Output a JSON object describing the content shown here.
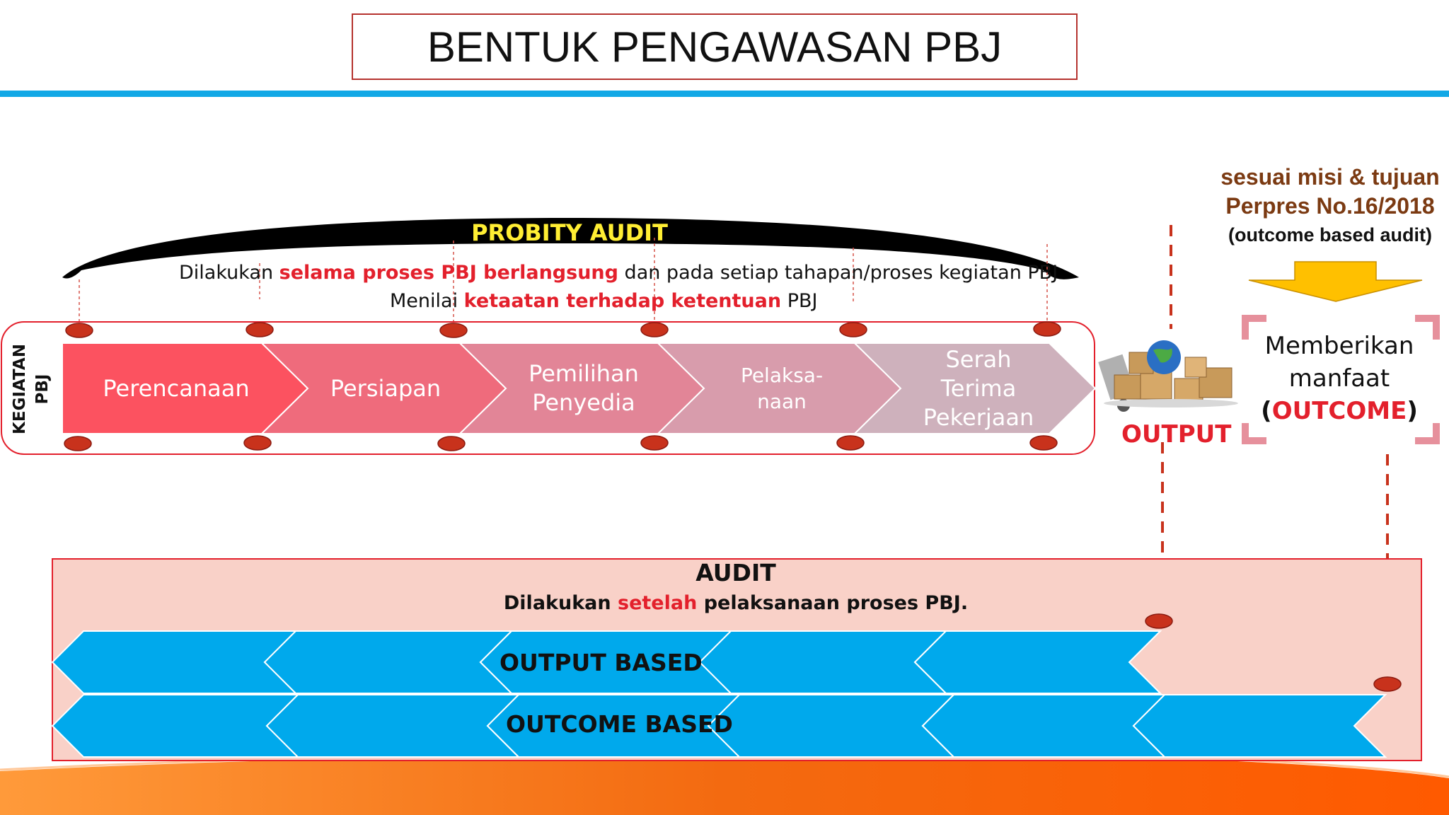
{
  "title": "BENTUK PENGAWASAN PBJ",
  "probity": {
    "title": "PROBITY AUDIT",
    "line1": {
      "a": "Dilakukan ",
      "b": "selama proses PBJ berlangsung",
      "c": " dan pada setiap tahapan/proses kegiatan PBJ"
    },
    "line2": {
      "a": "Menilai ",
      "b": "ketaatan terhadap ketentuan",
      "c": " PBJ"
    }
  },
  "kegiatan": {
    "line1": "KEGIATAN",
    "line2": "PBJ"
  },
  "stages": [
    {
      "lines": [
        "Perencanaan"
      ],
      "color": "#fc5260"
    },
    {
      "lines": [
        "Persiapan"
      ],
      "color": "#ef6b7c"
    },
    {
      "lines": [
        "Pemilihan",
        "Penyedia"
      ],
      "color": "#e28597"
    },
    {
      "lines": [
        "Pelaksa-",
        "naan"
      ],
      "color": "#d89cac"
    },
    {
      "lines": [
        "Serah",
        "Terima",
        "Pekerjaan"
      ],
      "color": "#ceb1bc"
    }
  ],
  "output_label": "OUTPUT",
  "outcome_side": {
    "line1": "sesuai misi & tujuan",
    "line2": "Perpres No.16/2018",
    "line3": "(outcome based audit)",
    "box_line1": "Memberikan",
    "box_line2": "manfaat",
    "box_open": "(",
    "box_word": "OUTCOME",
    "box_close": ")"
  },
  "audit": {
    "title": "AUDIT",
    "desc": {
      "a": "Dilakukan ",
      "b": "setelah",
      "c": " pelaksanaan proses PBJ."
    },
    "output_based": "OUTPUT BASED",
    "outcome_based": "OUTCOME BASED"
  },
  "colors": {
    "accent_blue": "#12a8e6",
    "chevron_blue": "#00a9ec",
    "red": "#e3202c",
    "dot": "#c8321c",
    "audit_bg": "#f9d1c8",
    "brown": "#7b3a12",
    "arrow_yellow": "#ffc000"
  }
}
